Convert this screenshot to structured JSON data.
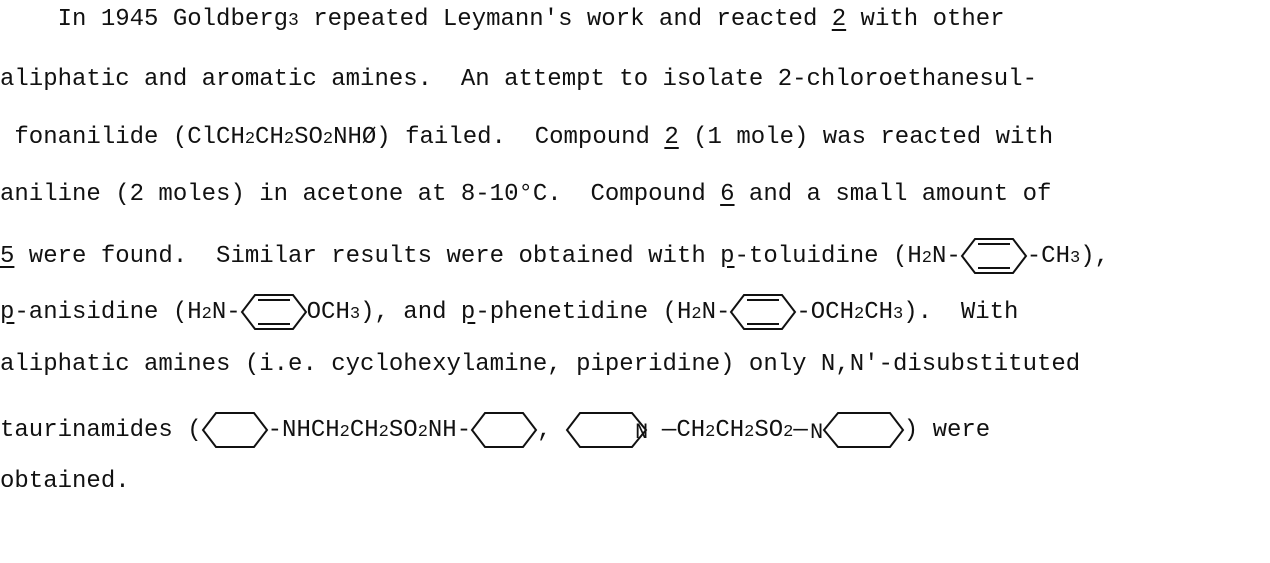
{
  "line1": {
    "a": "    In 1945 Goldberg",
    "ref": "3",
    "b": " repeated Leymann's work and reacted ",
    "c2": "2",
    "d": " with other"
  },
  "line2": {
    "text": "aliphatic and aromatic amines.  An attempt to isolate 2-chloroethanesul-"
  },
  "line3": {
    "a": " fonanilide (ClCH",
    "s1": "2",
    "b": "CH",
    "s2": "2",
    "c": "SO",
    "s3": "2",
    "d": "NHØ) failed.  Compound ",
    "c2": "2",
    "e": " (1 mole) was reacted with"
  },
  "line4": {
    "a": "aniline (2 moles) in acetone at 8-10°C.  Compound ",
    "c6": "6",
    "b": " and a small amount of"
  },
  "line5": {
    "c5": "5",
    "a": " were found.  Similar results were obtained with ",
    "p": "p",
    "b": "-toluidine (H",
    "s": "2",
    "c": "N-",
    "d": "-CH",
    "s2": "3",
    "e": "),"
  },
  "line6": {
    "p1": "p",
    "a": "-anisidine (H",
    "s1": "2",
    "b": "N-",
    "c": "OCH",
    "s2": "3",
    "d": "), and ",
    "p2": "p",
    "e": "-phenetidine (H",
    "s3": "2",
    "f": "N-",
    "g": "-OCH",
    "s4": "2",
    "h": "CH",
    "s5": "3",
    "i": ").  With"
  },
  "line7": {
    "text": "aliphatic amines (i.e. cyclohexylamine, piperidine) only N,N'-disubstituted"
  },
  "line8": {
    "a": "taurinamides (",
    "b": "-NHCH",
    "s1": "2",
    "c": "CH",
    "s2": "2",
    "d": "SO",
    "s3": "2",
    "e": "NH-",
    "f": ", ",
    "n1": "N",
    "g": "—CH",
    "s4": "2",
    "h": "CH",
    "s5": "2",
    "i": "SO",
    "s6": "2",
    "j": "—",
    "n2": "N",
    "k": ") were"
  },
  "line9": {
    "text": "obtained."
  }
}
